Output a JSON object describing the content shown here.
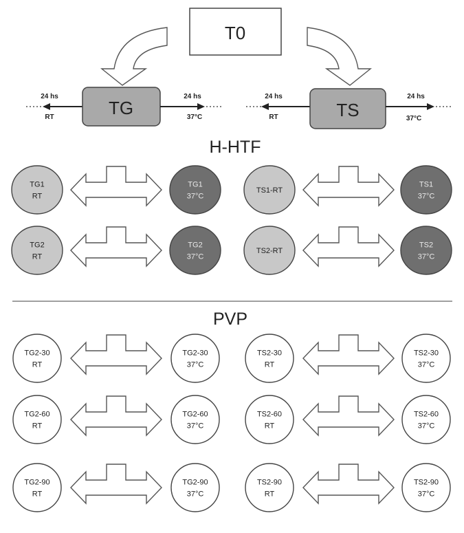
{
  "top_box": "T0",
  "branches": [
    {
      "name": "TG",
      "left_time": "24 hs",
      "left_cond": "RT",
      "right_time": "24 hs",
      "right_cond": "37°C"
    },
    {
      "name": "TS",
      "left_time": "24 hs",
      "left_cond": "RT",
      "right_time": "24 hs",
      "right_cond": "37°C"
    }
  ],
  "sections": [
    {
      "title": "H-HTF",
      "rows": [
        [
          {
            "left": [
              "TG1",
              "RT"
            ],
            "right": [
              "TG1",
              "37°C"
            ]
          },
          {
            "left": [
              "TS1-RT"
            ],
            "right": [
              "TS1",
              "37°C"
            ]
          }
        ],
        [
          {
            "left": [
              "TG2",
              "RT"
            ],
            "right": [
              "TG2",
              "37°C"
            ]
          },
          {
            "left": [
              "TS2-RT"
            ],
            "right": [
              "TS2",
              "37°C"
            ]
          }
        ]
      ]
    },
    {
      "title": "PVP",
      "rows": [
        [
          {
            "left": [
              "TG2-30",
              "RT"
            ],
            "right": [
              "TG2-30",
              "37°C"
            ]
          },
          {
            "left": [
              "TS2-30",
              "RT"
            ],
            "right": [
              "TS2-30",
              "37°C"
            ]
          }
        ],
        [
          {
            "left": [
              "TG2-60",
              "RT"
            ],
            "right": [
              "TG2-60",
              "37°C"
            ]
          },
          {
            "left": [
              "TS2-60",
              "RT"
            ],
            "right": [
              "TS2-60",
              "37°C"
            ]
          }
        ],
        [
          {
            "left": [
              "TG2-90",
              "RT"
            ],
            "right": [
              "TG2-90",
              "37°C"
            ]
          },
          {
            "left": [
              "TS2-90",
              "RT"
            ],
            "right": [
              "TS2-90",
              "37°C"
            ]
          }
        ]
      ]
    }
  ],
  "colors": {
    "light_fill": "#c8c8c8",
    "dark_fill": "#6f6f6f",
    "box_fill": "#a9a9a9",
    "outline": "#444444",
    "white": "#ffffff"
  }
}
